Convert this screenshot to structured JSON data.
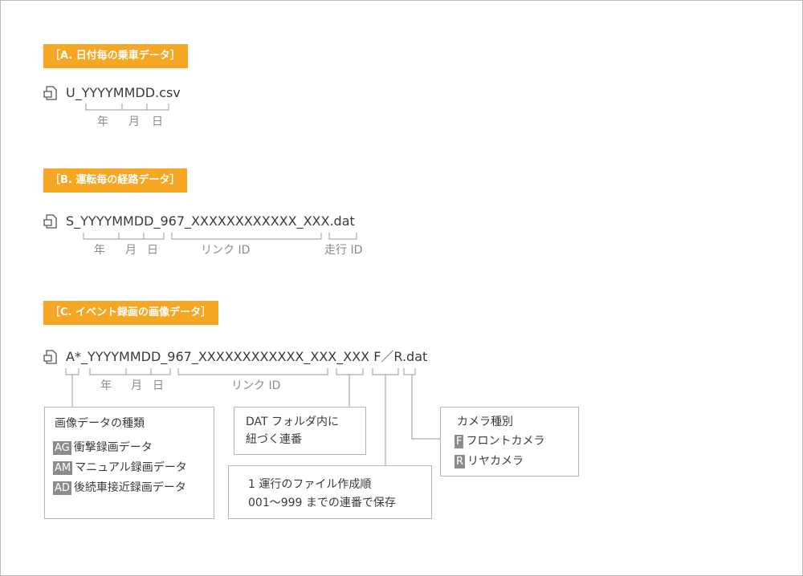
{
  "sections": {
    "a": {
      "tag": "［A. 日付毎の乗車データ］",
      "filename": "U_YYYYMMDD.csv",
      "labels": {
        "year": "年",
        "month": "月",
        "day": "日"
      }
    },
    "b": {
      "tag": "［B. 運転毎の経路データ］",
      "filename": "S_YYYYMMDD_967_XXXXXXXXXXXX_XXX.dat",
      "labels": {
        "year": "年",
        "month": "月",
        "day": "日",
        "link_id": "リンク ID",
        "run_id": "走行 ID"
      }
    },
    "c": {
      "tag": "［C. イベント録画の画像データ］",
      "filename": "A*_YYYYMMDD_967_XXXXXXXXXXXX_XXX_XXX F／R.dat",
      "labels": {
        "year": "年",
        "month": "月",
        "day": "日",
        "link_id": "リンク ID"
      },
      "type_box": {
        "title": "画像データの種類",
        "items": [
          {
            "code": "AG",
            "label": "衝撃録画データ"
          },
          {
            "code": "AM",
            "label": "マニュアル録画データ"
          },
          {
            "code": "AD",
            "label": "後続車接近録画データ"
          }
        ]
      },
      "folder_box": {
        "line1": "DAT フォルダ内に",
        "line2": "紐づく連番"
      },
      "file_box": {
        "line1": "1 運行のファイル作成順",
        "line2": "001～999 までの連番で保存"
      },
      "camera_box": {
        "title": "カメラ種別",
        "items": [
          {
            "code": "F",
            "label": "フロントカメラ"
          },
          {
            "code": "R",
            "label": "リヤカメラ"
          }
        ]
      }
    }
  },
  "colors": {
    "accent": "#f5a623",
    "text": "#3a3a3a",
    "subtext": "#8a8a8a",
    "line": "#9a9a9a",
    "chip": "#8c8c8c"
  },
  "icons": {
    "file": "file-icon"
  }
}
